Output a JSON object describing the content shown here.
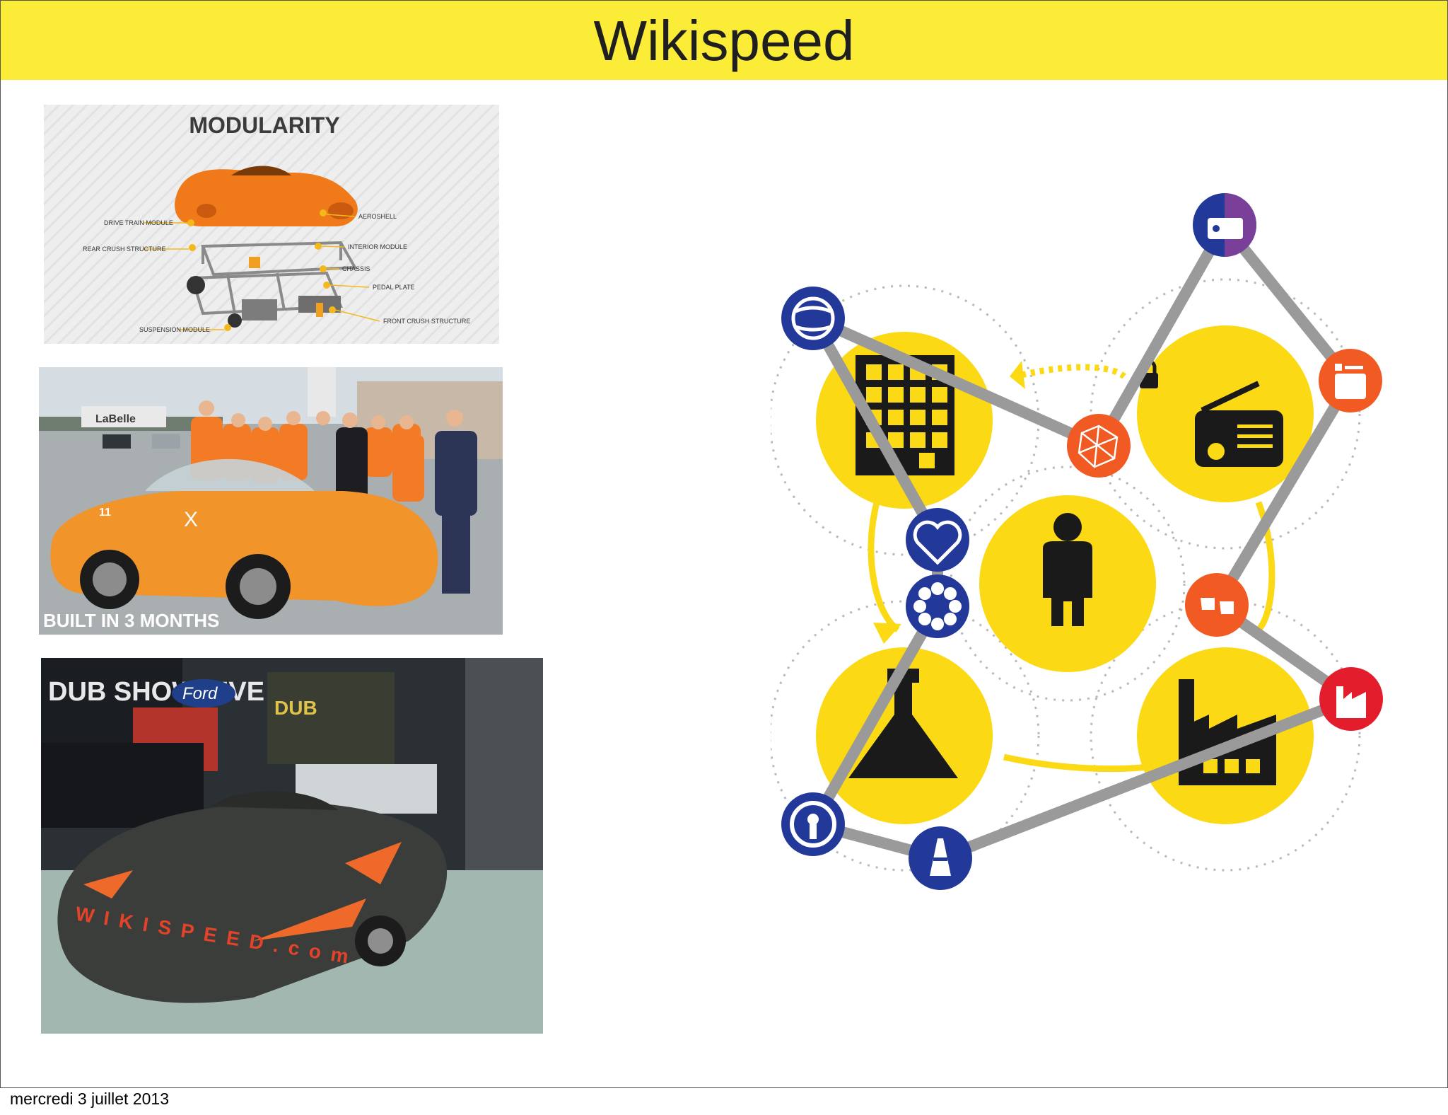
{
  "slide": {
    "title": "Wikispeed",
    "footer_date": "mercredi 3 juillet 2013"
  },
  "panel_modularity": {
    "heading": "MODULARITY",
    "labels": {
      "drive_train": "DRIVE TRAIN MODULE",
      "rear_crush": "REAR CRUSH STRUCTURE",
      "suspension": "SUSPENSION MODULE",
      "aeroshell": "AEROSHELL",
      "interior": "INTERIOR MODULE",
      "chassis": "CHASSIS",
      "pedal_plate": "PEDAL PLATE",
      "front_crush": "FRONT CRUSH STRUCTURE"
    }
  },
  "panel_built": {
    "caption": "BUILT IN 3 MONTHS",
    "sign_text": "LaBelle",
    "car_number": "11",
    "car_logo": "X"
  },
  "panel_show": {
    "banner_left": "DUB SHOW LIVE",
    "brand": "Ford",
    "booth_sign": "DUB",
    "car_side_text": "WIKISPEED.com"
  },
  "colors": {
    "title_bar": "#fbec37",
    "yellow_circle": "#fbd914",
    "blue_node": "#23399a",
    "orange_node": "#f15a22",
    "red_node": "#e31d2b",
    "purple_node": "#7a3f98",
    "link_gray": "#9a9a9a"
  },
  "network": {
    "center": "person-icon",
    "hubs": [
      "building-icon",
      "radio-icon",
      "flask-icon",
      "factory-icon"
    ],
    "nodes": [
      "globe-icon",
      "radio-small-icon",
      "network-icon",
      "appliance-icon",
      "handshake-icon",
      "flower-icon",
      "hands-icon",
      "factory-small-icon",
      "keyhole-icon",
      "cone-icon"
    ]
  }
}
